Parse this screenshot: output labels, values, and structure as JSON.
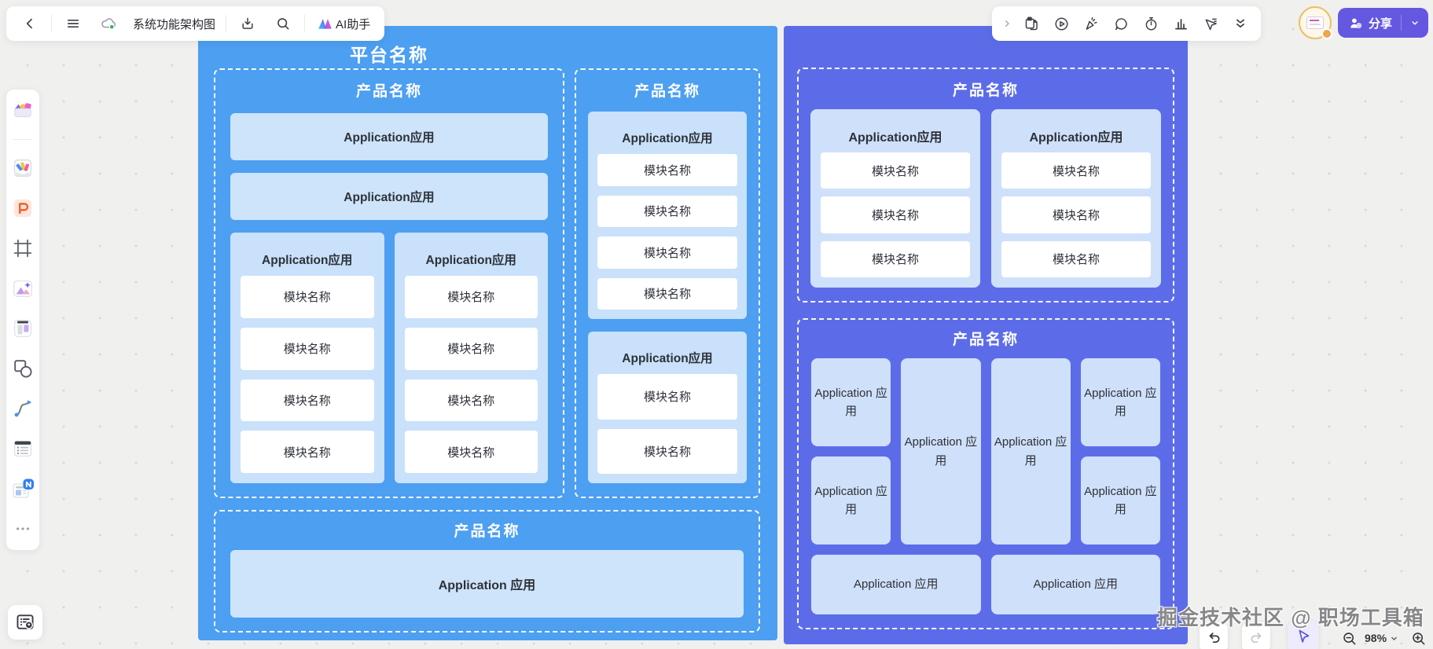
{
  "topbar": {
    "title": "系统功能架构图",
    "ai_label": "AI助手",
    "share_label": "分享"
  },
  "zoom": {
    "level": "98%"
  },
  "watermark": "掘金技术社区 @ 职场工具箱",
  "colors": {
    "left_block": "#4c9ff1",
    "right_block": "#5c6ce9",
    "share_button": "#6558e0",
    "light_box": "#cde4fb"
  },
  "diagram": {
    "left": {
      "title": "平台名称",
      "sec1": {
        "title": "产品名称",
        "apps": [
          "Application应用",
          "Application应用"
        ],
        "groups": [
          {
            "title": "Application应用",
            "modules": [
              "模块名称",
              "模块名称",
              "模块名称",
              "模块名称"
            ]
          },
          {
            "title": "Application应用",
            "modules": [
              "模块名称",
              "模块名称",
              "模块名称",
              "模块名称"
            ]
          }
        ]
      },
      "sec2": {
        "title": "产品名称",
        "groups": [
          {
            "title": "Application应用",
            "modules": [
              "模块名称",
              "模块名称",
              "模块名称",
              "模块名称"
            ]
          },
          {
            "title": "Application应用",
            "modules": [
              "模块名称",
              "模块名称"
            ]
          }
        ]
      },
      "sec3": {
        "title": "产品名称",
        "app": "Application 应用"
      }
    },
    "right": {
      "sec1": {
        "title": "产品名称",
        "groups": [
          {
            "title": "Application应用",
            "modules": [
              "模块名称",
              "模块名称",
              "模块名称"
            ]
          },
          {
            "title": "Application应用",
            "modules": [
              "模块名称",
              "模块名称",
              "模块名称"
            ]
          }
        ]
      },
      "sec2": {
        "title": "产品名称",
        "cells": [
          "Application 应用",
          "Application 应用",
          "Application 应用",
          "Application 应用",
          "Application 应用",
          "Application 应用",
          "Application 应用",
          "Application 应用"
        ]
      }
    }
  }
}
